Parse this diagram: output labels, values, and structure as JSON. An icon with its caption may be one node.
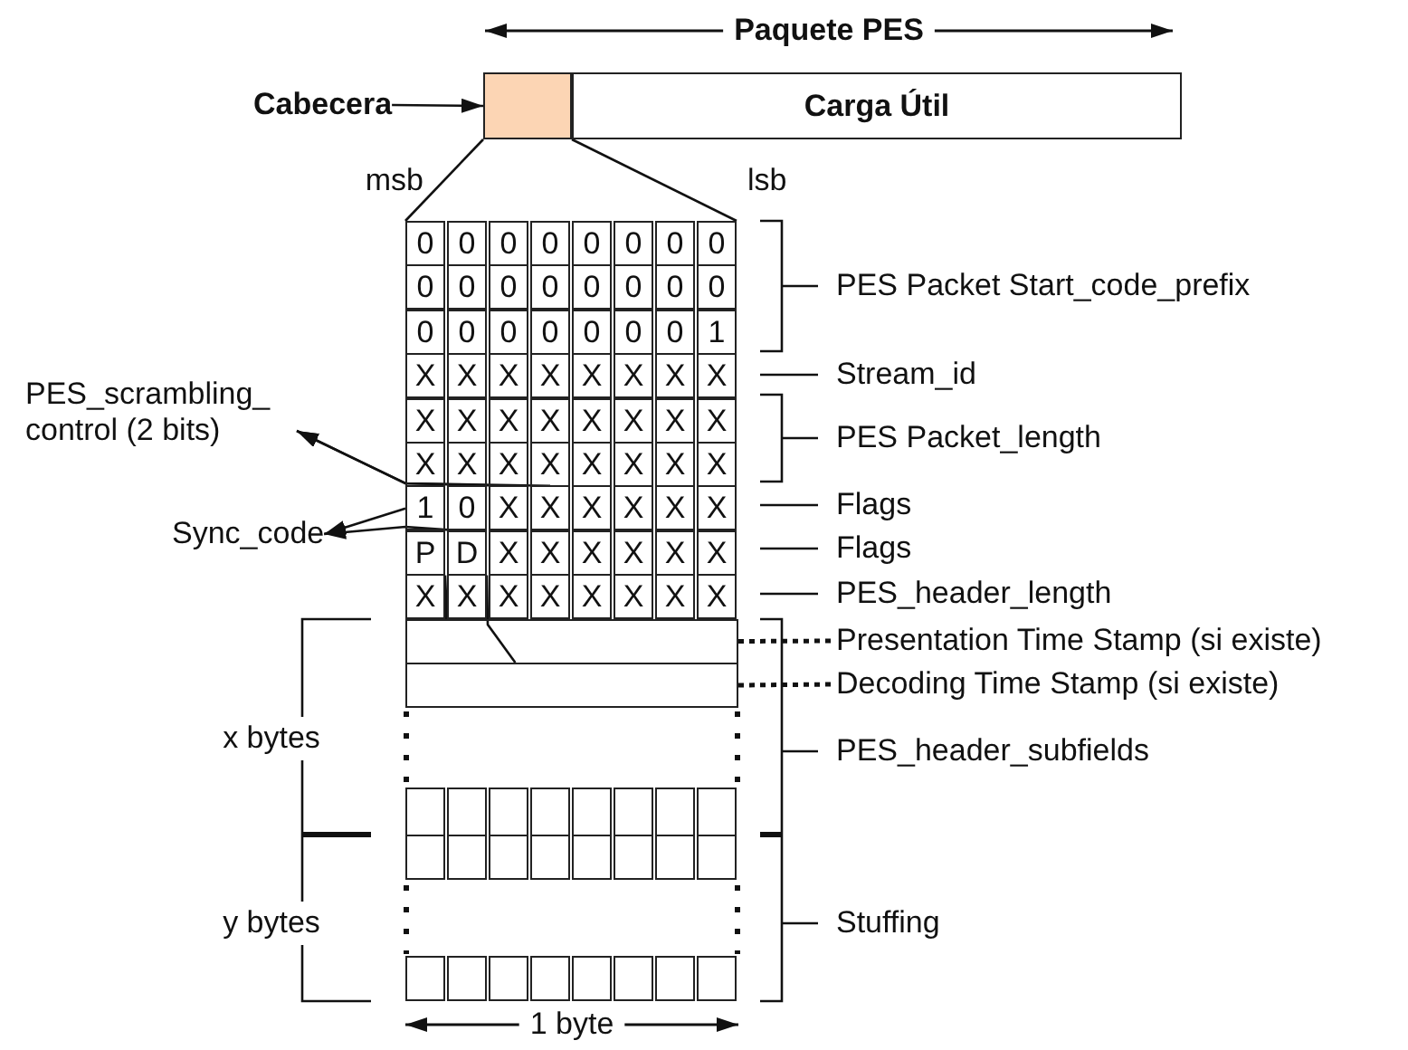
{
  "diagram": {
    "nodes": [
      {
        "text": [
          "Cabecera"
        ]
      },
      {
        "text": [],
        "shape": "box"
      },
      {
        "text": [
          "Carga Útil"
        ]
      },
      {
        "text": [
          "0"
        ]
      },
      {
        "text": [
          "0"
        ]
      },
      {
        "text": [
          "0"
        ]
      },
      {
        "text": [
          "0"
        ]
      },
      {
        "text": [
          "0"
        ]
      },
      {
        "text": [
          "0"
        ]
      },
      {
        "text": [
          "0"
        ]
      },
      {
        "text": [
          "0"
        ]
      },
      {
        "text": [
          "0"
        ]
      },
      {
        "text": [
          "0"
        ]
      },
      {
        "text": [
          "0"
        ]
      },
      {
        "text": [
          "0"
        ]
      },
      {
        "text": [
          "0"
        ]
      },
      {
        "text": [
          "0"
        ]
      },
      {
        "text": [
          "0"
        ]
      },
      {
        "text": [
          "0"
        ]
      },
      {
        "text": [
          "0"
        ]
      },
      {
        "text": [
          "0"
        ]
      },
      {
        "text": [
          "0"
        ]
      },
      {
        "text": [
          "0"
        ]
      },
      {
        "text": [
          "0"
        ]
      },
      {
        "text": [
          "0"
        ]
      },
      {
        "text": [
          "0"
        ]
      },
      {
        "text": [
          "1"
        ]
      },
      {
        "text": [
          "X"
        ]
      },
      {
        "text": [
          "X"
        ]
      },
      {
        "text": [
          "X"
        ]
      },
      {
        "text": [
          "X"
        ]
      },
      {
        "text": [
          "X"
        ]
      },
      {
        "text": [
          "X"
        ]
      },
      {
        "text": [
          "X"
        ]
      },
      {
        "text": [
          "X"
        ]
      },
      {
        "text": [
          "X"
        ]
      },
      {
        "text": [
          "X"
        ]
      },
      {
        "text": [
          "X"
        ]
      },
      {
        "text": [
          "X"
        ]
      },
      {
        "text": [
          "X"
        ]
      },
      {
        "text": [
          "X"
        ]
      },
      {
        "text": [
          "X"
        ]
      },
      {
        "text": [
          "X"
        ]
      },
      {
        "text": [
          "X"
        ]
      },
      {
        "text": [
          "X"
        ]
      },
      {
        "text": [
          "X"
        ]
      },
      {
        "text": [
          "X"
        ]
      },
      {
        "text": [
          "X"
        ]
      },
      {
        "text": [
          "X"
        ]
      },
      {
        "text": [
          "X"
        ]
      },
      {
        "text": [
          "X"
        ]
      },
      {
        "text": [
          "1"
        ]
      },
      {
        "text": [
          "0"
        ]
      },
      {
        "text": [
          "X"
        ]
      },
      {
        "text": [
          "X"
        ]
      },
      {
        "text": [
          "X"
        ]
      },
      {
        "text": [
          "X"
        ]
      },
      {
        "text": [
          "X"
        ]
      },
      {
        "text": [
          "X"
        ]
      },
      {
        "text": [
          "P"
        ]
      },
      {
        "text": [
          "D"
        ]
      },
      {
        "text": [
          "X"
        ]
      },
      {
        "text": [
          "X"
        ]
      },
      {
        "text": [
          "X"
        ]
      },
      {
        "text": [
          "X"
        ]
      },
      {
        "text": [
          "X"
        ]
      },
      {
        "text": [
          "X"
        ]
      },
      {
        "text": [
          "X"
        ]
      },
      {
        "text": [
          "X"
        ]
      },
      {
        "text": [
          "X"
        ]
      },
      {
        "text": [
          "X"
        ]
      },
      {
        "text": [
          "X"
        ]
      },
      {
        "text": [
          "X"
        ]
      },
      {
        "text": [
          "X"
        ]
      },
      {
        "text": [
          "X"
        ]
      },
      {
        "text": [
          "PES_scrambling_ control (2 bits)"
        ]
      },
      {
        "text": [
          "Sync_code"
        ]
      },
      {
        "text": [],
        "shape": "box"
      },
      {
        "text": [
          "Presentation Time Stamp (si existe)"
        ]
      },
      {
        "text": [],
        "shape": "box"
      },
      {
        "text": [
          "Decoding Time Stamp (si existe)"
        ]
      },
      {
        "text": [],
        "shape": "box"
      },
      {
        "text": [],
        "shape": "box"
      },
      {
        "text": [],
        "shape": "box"
      },
      {
        "text": [],
        "shape": "box"
      },
      {
        "text": [],
        "shape": "box"
      },
      {
        "text": [],
        "shape": "box"
      },
      {
        "text": [],
        "shape": "box"
      },
      {
        "text": [],
        "shape": "box"
      },
      {
        "text": [],
        "shape": "box"
      },
      {
        "text": [],
        "shape": "box"
      },
      {
        "text": [],
        "shape": "box"
      },
      {
        "text": [],
        "shape": "box"
      },
      {
        "text": [],
        "shape": "box"
      },
      {
        "text": [],
        "shape": "box"
      },
      {
        "text": [],
        "shape": "box"
      },
      {
        "text": [],
        "shape": "box"
      },
      {
        "text": [],
        "shape": "box"
      },
      {
        "text": [],
        "shape": "box"
      },
      {
        "text": [],
        "shape": "box"
      },
      {
        "text": [],
        "shape": "box"
      },
      {
        "text": [],
        "shape": "box"
      },
      {
        "text": [],
        "shape": "box"
      },
      {
        "text": [],
        "shape": "box"
      },
      {
        "text": [],
        "shape": "box"
      }
    ],
    "edges": [
      {
        "from": 0,
        "to": 1,
        "arrow": "to"
      },
      {
        "from": 53,
        "to": 75,
        "arrow": "to"
      },
      {
        "from": 54,
        "to": 75,
        "arrow": "to"
      },
      {
        "from": 51,
        "to": 76,
        "arrow": "to"
      },
      {
        "from": 52,
        "to": 76,
        "arrow": "to"
      },
      {
        "from": 59,
        "to": 77,
        "arrow": "none"
      },
      {
        "from": 60,
        "to": 79,
        "arrow": "none"
      },
      {
        "from": 77,
        "to": 78,
        "arrow": "none",
        "style": "dashed"
      },
      {
        "from": 79,
        "to": 80,
        "arrow": "none",
        "style": "dashed"
      },
      {
        "from": 1,
        "to": 3,
        "arrow": "none"
      },
      {
        "from": 1,
        "to": 10,
        "arrow": "none"
      }
    ],
    "labels": [
      "Paquete PES",
      "msb",
      "lsb",
      "PES Packet Start_code_prefix",
      "Stream_id",
      "PES Packet_length",
      "Flags",
      "Flags",
      "PES_header_length",
      "x bytes",
      "PES_header_subfields",
      "y bytes",
      "Stuffing",
      "1 byte"
    ]
  }
}
